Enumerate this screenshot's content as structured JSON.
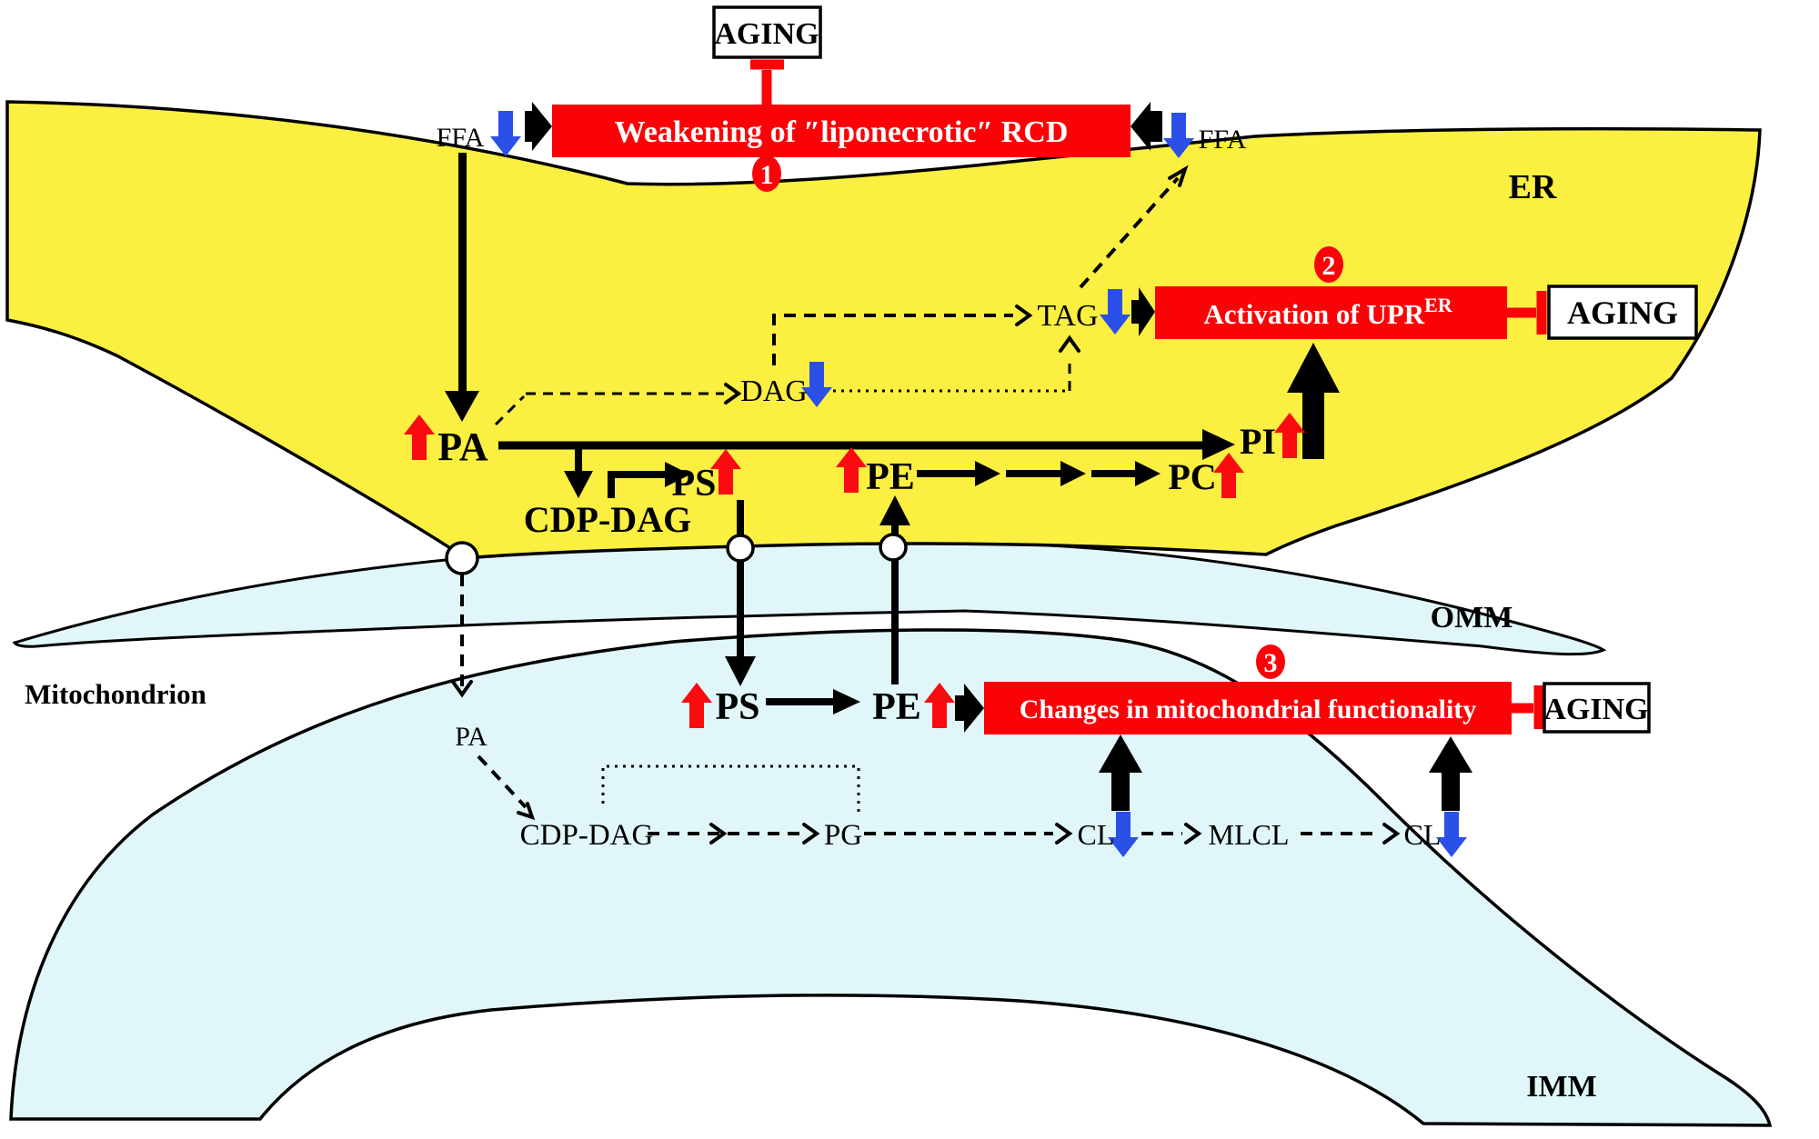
{
  "colors": {
    "er_yellow": "#FBEF41",
    "membrane_blue": "#E1F6F9",
    "box_red": "#FB0207",
    "arrow_blue": "#2B50E8",
    "arrow_red": "#F90B0F"
  },
  "regions": {
    "er": "ER",
    "omm": "OMM",
    "imm": "IMM",
    "mitochondrion": "Mitochondrion"
  },
  "aging": {
    "top": "AGING",
    "right": "AGING",
    "bottom": "AGING"
  },
  "boxes": {
    "box1": {
      "number": "1",
      "label": "Weakening of ″liponecrotic″ RCD"
    },
    "box2": {
      "number": "2",
      "label": "Activation of UPR",
      "label_sup": "ER"
    },
    "box3": {
      "number": "3",
      "label": "Changes in mitochondrial functionality"
    }
  },
  "er_pathway": {
    "ffa_left": "FFA",
    "ffa_right": "FFA",
    "tag": "TAG",
    "dag": "DAG",
    "pa": "PA",
    "cdp_dag": "CDP-DAG",
    "ps": "PS",
    "pe": "PE",
    "pc": "PC",
    "pi": "PI"
  },
  "mito_pathway": {
    "pa": "PA",
    "cdp_dag": "CDP-DAG",
    "pg": "PG",
    "cl_1": "CL",
    "mlcl": "MLCL",
    "cl_2": "CL",
    "ps": "PS",
    "pe": "PE"
  }
}
